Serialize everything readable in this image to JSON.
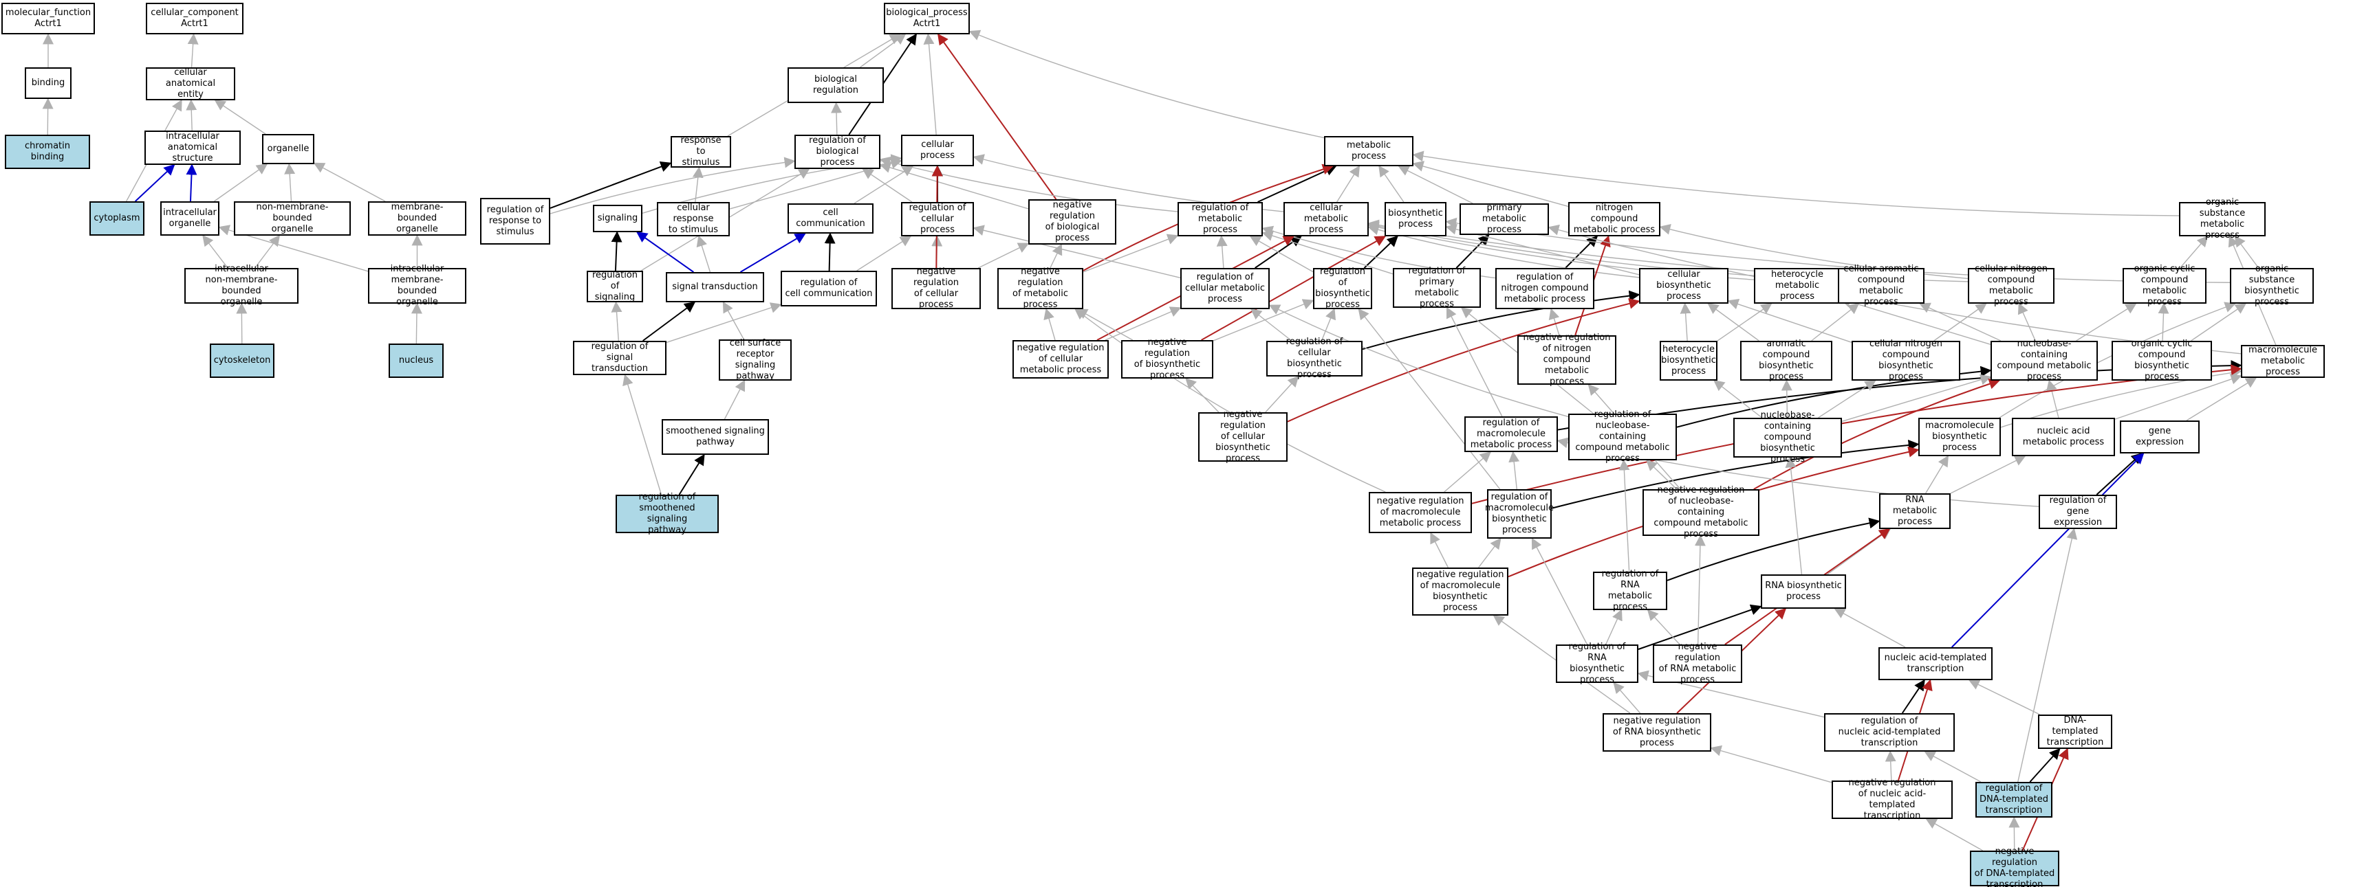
{
  "colors": {
    "is_a": "#b0b0b0",
    "part_of": "#0000cc",
    "regulates": "#000000",
    "negatively_regulates": "#b22222",
    "highlight": "#add8e6"
  },
  "nodes": [
    {
      "id": "mf",
      "label": "molecular_function\nActrt1"
    },
    {
      "id": "cc",
      "label": "cellular_component\nActrt1"
    },
    {
      "id": "bp",
      "label": "biological_process\nActrt1"
    },
    {
      "id": "binding",
      "label": "binding"
    },
    {
      "id": "chromatin_binding",
      "label": "chromatin binding",
      "highlight": true
    },
    {
      "id": "cae",
      "label": "cellular anatomical\nentity"
    },
    {
      "id": "organelle",
      "label": "organelle"
    },
    {
      "id": "ias",
      "label": "intracellular\nanatomical structure"
    },
    {
      "id": "cytoplasm",
      "label": "cytoplasm",
      "highlight": true
    },
    {
      "id": "io",
      "label": "intracellular\norganelle"
    },
    {
      "id": "nmbo",
      "label": "non-membrane-bounded\norganelle"
    },
    {
      "id": "mbo",
      "label": "membrane-bounded\norganelle"
    },
    {
      "id": "inmbo",
      "label": "intracellular\nnon-membrane-bounded\norganelle"
    },
    {
      "id": "imbo",
      "label": "intracellular\nmembrane-bounded\norganelle"
    },
    {
      "id": "cytoskeleton",
      "label": "cytoskeleton",
      "highlight": true
    },
    {
      "id": "nucleus",
      "label": "nucleus",
      "highlight": true
    },
    {
      "id": "bio_reg",
      "label": "biological regulation"
    },
    {
      "id": "rts",
      "label": "response to\nstimulus"
    },
    {
      "id": "rbp",
      "label": "regulation of\nbiological process"
    },
    {
      "id": "cp",
      "label": "cellular process"
    },
    {
      "id": "mp",
      "label": "metabolic process"
    },
    {
      "id": "rrs",
      "label": "regulation of\nresponse to\nstimulus"
    },
    {
      "id": "signaling",
      "label": "signaling"
    },
    {
      "id": "crs",
      "label": "cellular response\nto stimulus"
    },
    {
      "id": "cell_comm",
      "label": "cell communication"
    },
    {
      "id": "rcp",
      "label": "regulation of\ncellular process"
    },
    {
      "id": "nrbp",
      "label": "negative regulation\nof biological\nprocess"
    },
    {
      "id": "rmp",
      "label": "regulation of\nmetabolic process"
    },
    {
      "id": "cmp",
      "label": "cellular metabolic\nprocess"
    },
    {
      "id": "biosyn",
      "label": "biosynthetic\nprocess"
    },
    {
      "id": "pmp",
      "label": "primary metabolic\nprocess"
    },
    {
      "id": "ncmp",
      "label": "nitrogen compound\nmetabolic process"
    },
    {
      "id": "osmp",
      "label": "organic substance\nmetabolic process"
    },
    {
      "id": "rsig",
      "label": "regulation of\nsignaling"
    },
    {
      "id": "sig_trans",
      "label": "signal transduction"
    },
    {
      "id": "rcc",
      "label": "regulation of\ncell communication"
    },
    {
      "id": "nrcp",
      "label": "negative regulation\nof cellular\nprocess"
    },
    {
      "id": "nrmp",
      "label": "negative regulation\nof metabolic\nprocess"
    },
    {
      "id": "rcmp",
      "label": "regulation of\ncellular metabolic\nprocess"
    },
    {
      "id": "rbsp",
      "label": "regulation of\nbiosynthetic\nprocess"
    },
    {
      "id": "rpmp",
      "label": "regulation of\nprimary metabolic\nprocess"
    },
    {
      "id": "rncmp",
      "label": "regulation of\nnitrogen compound\nmetabolic process"
    },
    {
      "id": "cbp",
      "label": "cellular biosynthetic\nprocess"
    },
    {
      "id": "hmp",
      "label": "heterocycle\nmetabolic process"
    },
    {
      "id": "cacmp",
      "label": "cellular aromatic\ncompound metabolic\nprocess"
    },
    {
      "id": "cncmp",
      "label": "cellular nitrogen\ncompound metabolic\nprocess"
    },
    {
      "id": "occmp",
      "label": "organic cyclic\ncompound metabolic\nprocess"
    },
    {
      "id": "osbp",
      "label": "organic substance\nbiosynthetic\nprocess"
    },
    {
      "id": "rst",
      "label": "regulation of\nsignal transduction"
    },
    {
      "id": "csrsp",
      "label": "cell surface\nreceptor signaling\npathway"
    },
    {
      "id": "nrcmp",
      "label": "negative regulation\nof cellular\nmetabolic process"
    },
    {
      "id": "nrbsp",
      "label": "negative regulation\nof biosynthetic\nprocess"
    },
    {
      "id": "rcbp",
      "label": "regulation of\ncellular biosynthetic\nprocess"
    },
    {
      "id": "nrncmp",
      "label": "negative regulation\nof nitrogen\ncompound metabolic\nprocess"
    },
    {
      "id": "hbp",
      "label": "heterocycle\nbiosynthetic\nprocess"
    },
    {
      "id": "acbp",
      "label": "aromatic compound\nbiosynthetic\nprocess"
    },
    {
      "id": "cncbp",
      "label": "cellular nitrogen\ncompound biosynthetic\nprocess"
    },
    {
      "id": "nbccmp",
      "label": "nucleobase-containing\ncompound metabolic\nprocess"
    },
    {
      "id": "occbp",
      "label": "organic cyclic\ncompound biosynthetic\nprocess"
    },
    {
      "id": "macromp",
      "label": "macromolecule\nmetabolic process"
    },
    {
      "id": "ssp",
      "label": "smoothened signaling\npathway"
    },
    {
      "id": "nrcbp",
      "label": "negative regulation\nof cellular\nbiosynthetic\nprocess"
    },
    {
      "id": "rmacromp",
      "label": "regulation of\nmacromolecule\nmetabolic process"
    },
    {
      "id": "rnbccmp",
      "label": "regulation of\nnucleobase-containing\ncompound metabolic\nprocess"
    },
    {
      "id": "nbccbp",
      "label": "nucleobase-containing\ncompound biosynthetic\nprocess"
    },
    {
      "id": "macrobp",
      "label": "macromolecule\nbiosynthetic\nprocess"
    },
    {
      "id": "namp",
      "label": "nucleic acid\nmetabolic process"
    },
    {
      "id": "gene_expr",
      "label": "gene expression"
    },
    {
      "id": "rssp",
      "label": "regulation of\nsmoothened signaling\npathway",
      "highlight": true
    },
    {
      "id": "nrmacromp",
      "label": "negative regulation\nof macromolecule\nmetabolic process"
    },
    {
      "id": "rmacrobp",
      "label": "regulation of\nmacromolecule\nbiosynthetic\nprocess"
    },
    {
      "id": "nrnbccmp",
      "label": "negative regulation\nof nucleobase-containing\ncompound metabolic\nprocess"
    },
    {
      "id": "rnamp",
      "label": "RNA metabolic\nprocess"
    },
    {
      "id": "rge",
      "label": "regulation of\ngene expression"
    },
    {
      "id": "nrmacrobp",
      "label": "negative regulation\nof macromolecule\nbiosynthetic\nprocess"
    },
    {
      "id": "rrnamp",
      "label": "regulation of\nRNA metabolic\nprocess"
    },
    {
      "id": "rnabp",
      "label": "RNA biosynthetic\nprocess"
    },
    {
      "id": "rrnabp",
      "label": "regulation of\nRNA biosynthetic\nprocess"
    },
    {
      "id": "nrrnamp",
      "label": "negative regulation\nof RNA metabolic\nprocess"
    },
    {
      "id": "natt",
      "label": "nucleic acid-templated\ntranscription"
    },
    {
      "id": "nrrnabp",
      "label": "negative regulation\nof RNA biosynthetic\nprocess"
    },
    {
      "id": "rnatt",
      "label": "regulation of\nnucleic acid-templated\ntranscription"
    },
    {
      "id": "dtt",
      "label": "DNA-templated\ntranscription"
    },
    {
      "id": "nrnatt",
      "label": "negative regulation\nof nucleic acid-templated\ntranscription"
    },
    {
      "id": "rdtt",
      "label": "regulation of\nDNA-templated\ntranscription",
      "highlight": true
    },
    {
      "id": "nrdtt",
      "label": "negative regulation\nof DNA-templated\ntranscription",
      "highlight": true
    }
  ],
  "edges": [
    [
      "binding",
      "mf",
      "is_a"
    ],
    [
      "chromatin_binding",
      "binding",
      "is_a"
    ],
    [
      "cae",
      "cc",
      "is_a"
    ],
    [
      "organelle",
      "cae",
      "is_a"
    ],
    [
      "ias",
      "cae",
      "is_a"
    ],
    [
      "cytoplasm",
      "ias",
      "part_of"
    ],
    [
      "cytoplasm",
      "cae",
      "is_a"
    ],
    [
      "io",
      "ias",
      "part_of"
    ],
    [
      "io",
      "organelle",
      "is_a"
    ],
    [
      "nmbo",
      "organelle",
      "is_a"
    ],
    [
      "mbo",
      "organelle",
      "is_a"
    ],
    [
      "inmbo",
      "io",
      "is_a"
    ],
    [
      "inmbo",
      "nmbo",
      "is_a"
    ],
    [
      "imbo",
      "io",
      "is_a"
    ],
    [
      "imbo",
      "mbo",
      "is_a"
    ],
    [
      "cytoskeleton",
      "inmbo",
      "is_a"
    ],
    [
      "nucleus",
      "imbo",
      "is_a"
    ],
    [
      "bio_reg",
      "bp",
      "is_a"
    ],
    [
      "rts",
      "bp",
      "is_a"
    ],
    [
      "rbp",
      "bio_reg",
      "is_a"
    ],
    [
      "rbp",
      "bp",
      "regulates"
    ],
    [
      "cp",
      "bp",
      "is_a"
    ],
    [
      "mp",
      "bp",
      "is_a"
    ],
    [
      "nrbp",
      "rbp",
      "is_a"
    ],
    [
      "nrbp",
      "bp",
      "negatively_regulates"
    ],
    [
      "rrs",
      "rts",
      "regulates"
    ],
    [
      "rrs",
      "rbp",
      "is_a"
    ],
    [
      "signaling",
      "cp",
      "is_a"
    ],
    [
      "crs",
      "rts",
      "is_a"
    ],
    [
      "crs",
      "cp",
      "is_a"
    ],
    [
      "cell_comm",
      "cp",
      "is_a"
    ],
    [
      "rcp",
      "rbp",
      "is_a"
    ],
    [
      "rcp",
      "cp",
      "regulates"
    ],
    [
      "rmp",
      "rbp",
      "is_a"
    ],
    [
      "rmp",
      "mp",
      "regulates"
    ],
    [
      "cmp",
      "cp",
      "is_a"
    ],
    [
      "cmp",
      "mp",
      "is_a"
    ],
    [
      "biosyn",
      "mp",
      "is_a"
    ],
    [
      "pmp",
      "mp",
      "is_a"
    ],
    [
      "ncmp",
      "mp",
      "is_a"
    ],
    [
      "osmp",
      "mp",
      "is_a"
    ],
    [
      "rsig",
      "signaling",
      "regulates"
    ],
    [
      "rsig",
      "rbp",
      "is_a"
    ],
    [
      "sig_trans",
      "signaling",
      "part_of"
    ],
    [
      "sig_trans",
      "crs",
      "is_a"
    ],
    [
      "sig_trans",
      "cell_comm",
      "part_of"
    ],
    [
      "rcc",
      "cell_comm",
      "regulates"
    ],
    [
      "rcc",
      "rcp",
      "is_a"
    ],
    [
      "nrcp",
      "rcp",
      "is_a"
    ],
    [
      "nrcp",
      "nrbp",
      "is_a"
    ],
    [
      "nrcp",
      "cp",
      "negatively_regulates"
    ],
    [
      "nrmp",
      "rmp",
      "is_a"
    ],
    [
      "nrmp",
      "nrbp",
      "is_a"
    ],
    [
      "nrmp",
      "mp",
      "negatively_regulates"
    ],
    [
      "rcmp",
      "rmp",
      "is_a"
    ],
    [
      "rcmp",
      "rcp",
      "is_a"
    ],
    [
      "rcmp",
      "cmp",
      "regulates"
    ],
    [
      "rbsp",
      "rmp",
      "is_a"
    ],
    [
      "rbsp",
      "biosyn",
      "regulates"
    ],
    [
      "rpmp",
      "rmp",
      "is_a"
    ],
    [
      "rpmp",
      "pmp",
      "regulates"
    ],
    [
      "rncmp",
      "rmp",
      "is_a"
    ],
    [
      "rncmp",
      "ncmp",
      "regulates"
    ],
    [
      "cbp",
      "biosyn",
      "is_a"
    ],
    [
      "cbp",
      "cmp",
      "is_a"
    ],
    [
      "hmp",
      "cmp",
      "is_a"
    ],
    [
      "cacmp",
      "cmp",
      "is_a"
    ],
    [
      "cncmp",
      "cmp",
      "is_a"
    ],
    [
      "cncmp",
      "ncmp",
      "is_a"
    ],
    [
      "occmp",
      "osmp",
      "is_a"
    ],
    [
      "osbp",
      "osmp",
      "is_a"
    ],
    [
      "osbp",
      "biosyn",
      "is_a"
    ],
    [
      "rst",
      "sig_trans",
      "regulates"
    ],
    [
      "rst",
      "rsig",
      "is_a"
    ],
    [
      "rst",
      "rcc",
      "is_a"
    ],
    [
      "csrsp",
      "sig_trans",
      "is_a"
    ],
    [
      "ssp",
      "csrsp",
      "is_a"
    ],
    [
      "nrcmp",
      "rcmp",
      "is_a"
    ],
    [
      "nrcmp",
      "nrmp",
      "is_a"
    ],
    [
      "nrcmp",
      "cmp",
      "negatively_regulates"
    ],
    [
      "nrbsp",
      "rbsp",
      "is_a"
    ],
    [
      "nrbsp",
      "nrmp",
      "is_a"
    ],
    [
      "nrbsp",
      "biosyn",
      "negatively_regulates"
    ],
    [
      "rcbp",
      "rbsp",
      "is_a"
    ],
    [
      "rcbp",
      "rcmp",
      "is_a"
    ],
    [
      "rcbp",
      "cbp",
      "regulates"
    ],
    [
      "nrncmp",
      "rncmp",
      "is_a"
    ],
    [
      "nrncmp",
      "ncmp",
      "negatively_regulates"
    ],
    [
      "hbp",
      "hmp",
      "is_a"
    ],
    [
      "hbp",
      "cbp",
      "is_a"
    ],
    [
      "acbp",
      "cacmp",
      "is_a"
    ],
    [
      "acbp",
      "cbp",
      "is_a"
    ],
    [
      "cncbp",
      "cncmp",
      "is_a"
    ],
    [
      "cncbp",
      "cbp",
      "is_a"
    ],
    [
      "nbccmp",
      "hmp",
      "is_a"
    ],
    [
      "nbccmp",
      "cacmp",
      "is_a"
    ],
    [
      "nbccmp",
      "cncmp",
      "is_a"
    ],
    [
      "nbccmp",
      "occmp",
      "is_a"
    ],
    [
      "occbp",
      "occmp",
      "is_a"
    ],
    [
      "occbp",
      "osbp",
      "is_a"
    ],
    [
      "macromp",
      "osmp",
      "is_a"
    ],
    [
      "macromp",
      "pmp",
      "is_a"
    ],
    [
      "nrcbp",
      "rcbp",
      "is_a"
    ],
    [
      "nrcbp",
      "nrbsp",
      "is_a"
    ],
    [
      "nrcbp",
      "cbp",
      "negatively_regulates"
    ],
    [
      "rmacromp",
      "rpmp",
      "is_a"
    ],
    [
      "rmacromp",
      "macromp",
      "regulates"
    ],
    [
      "rnbccmp",
      "rcmp",
      "is_a"
    ],
    [
      "rnbccmp",
      "rpmp",
      "is_a"
    ],
    [
      "rnbccmp",
      "nbccmp",
      "regulates"
    ],
    [
      "nbccbp",
      "nbccmp",
      "is_a"
    ],
    [
      "nbccbp",
      "hbp",
      "is_a"
    ],
    [
      "nbccbp",
      "acbp",
      "is_a"
    ],
    [
      "nbccbp",
      "cncbp",
      "is_a"
    ],
    [
      "macrobp",
      "macromp",
      "is_a"
    ],
    [
      "macrobp",
      "osbp",
      "is_a"
    ],
    [
      "namp",
      "nbccmp",
      "is_a"
    ],
    [
      "namp",
      "macromp",
      "is_a"
    ],
    [
      "gene_expr",
      "macromp",
      "is_a"
    ],
    [
      "rssp",
      "ssp",
      "regulates"
    ],
    [
      "rssp",
      "rst",
      "is_a"
    ],
    [
      "nrmacromp",
      "rmacromp",
      "is_a"
    ],
    [
      "nrmacromp",
      "nrmp",
      "is_a"
    ],
    [
      "nrmacromp",
      "macromp",
      "negatively_regulates"
    ],
    [
      "rmacrobp",
      "rmacromp",
      "is_a"
    ],
    [
      "rmacrobp",
      "rbsp",
      "is_a"
    ],
    [
      "rmacrobp",
      "macrobp",
      "regulates"
    ],
    [
      "nrnbccmp",
      "rnbccmp",
      "is_a"
    ],
    [
      "nrnbccmp",
      "nrncmp",
      "is_a"
    ],
    [
      "nrnbccmp",
      "nbccmp",
      "negatively_regulates"
    ],
    [
      "rnamp",
      "namp",
      "is_a"
    ],
    [
      "rnamp",
      "macrobp",
      "is_a"
    ],
    [
      "rge",
      "gene_expr",
      "regulates"
    ],
    [
      "rge",
      "rmacromp",
      "is_a"
    ],
    [
      "nrmacrobp",
      "rmacrobp",
      "is_a"
    ],
    [
      "nrmacrobp",
      "nrmacromp",
      "is_a"
    ],
    [
      "nrmacrobp",
      "macrobp",
      "negatively_regulates"
    ],
    [
      "rrnamp",
      "rnbccmp",
      "is_a"
    ],
    [
      "rrnamp",
      "rnamp",
      "regulates"
    ],
    [
      "rnabp",
      "rnamp",
      "is_a"
    ],
    [
      "rnabp",
      "nbccbp",
      "is_a"
    ],
    [
      "rrnabp",
      "rrnamp",
      "is_a"
    ],
    [
      "rrnabp",
      "rmacrobp",
      "is_a"
    ],
    [
      "rrnabp",
      "rnabp",
      "regulates"
    ],
    [
      "nrrnamp",
      "rrnamp",
      "is_a"
    ],
    [
      "nrrnamp",
      "nrnbccmp",
      "is_a"
    ],
    [
      "nrrnamp",
      "rnamp",
      "negatively_regulates"
    ],
    [
      "natt",
      "rnabp",
      "is_a"
    ],
    [
      "natt",
      "gene_expr",
      "part_of"
    ],
    [
      "nrrnabp",
      "rrnabp",
      "is_a"
    ],
    [
      "nrrnabp",
      "nrmacrobp",
      "is_a"
    ],
    [
      "nrrnabp",
      "rnabp",
      "negatively_regulates"
    ],
    [
      "rnatt",
      "rrnabp",
      "is_a"
    ],
    [
      "rnatt",
      "natt",
      "regulates"
    ],
    [
      "dtt",
      "natt",
      "is_a"
    ],
    [
      "nrnatt",
      "rnatt",
      "is_a"
    ],
    [
      "nrnatt",
      "nrrnabp",
      "is_a"
    ],
    [
      "nrnatt",
      "natt",
      "negatively_regulates"
    ],
    [
      "rdtt",
      "rnatt",
      "is_a"
    ],
    [
      "rdtt",
      "dtt",
      "regulates"
    ],
    [
      "rdtt",
      "rge",
      "is_a"
    ],
    [
      "nrdtt",
      "rdtt",
      "is_a"
    ],
    [
      "nrdtt",
      "nrnatt",
      "is_a"
    ],
    [
      "nrdtt",
      "dtt",
      "negatively_regulates"
    ]
  ]
}
